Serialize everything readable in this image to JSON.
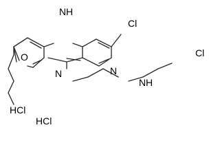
{
  "molecule": {
    "atoms": {
      "nh_ring": "N",
      "h_ring": "H",
      "cl_aryl": "Cl",
      "o_ether": "O",
      "n_pyridine": "N",
      "n_imine": "N",
      "n_amine": "N",
      "h_amine": "H",
      "cl_alkyl": "Cl"
    },
    "salts": [
      "HCl",
      "HCl"
    ]
  },
  "colors": {
    "bond": "#2b2b2b",
    "text": "#000000",
    "background": "#ffffff"
  }
}
